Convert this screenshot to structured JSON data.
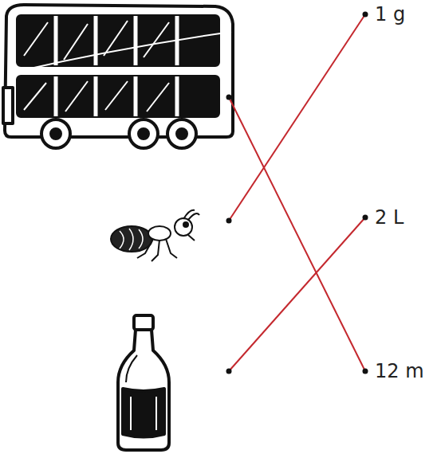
{
  "diagram": {
    "labels": [
      "1 g",
      "2 L",
      "12 m"
    ]
  }
}
